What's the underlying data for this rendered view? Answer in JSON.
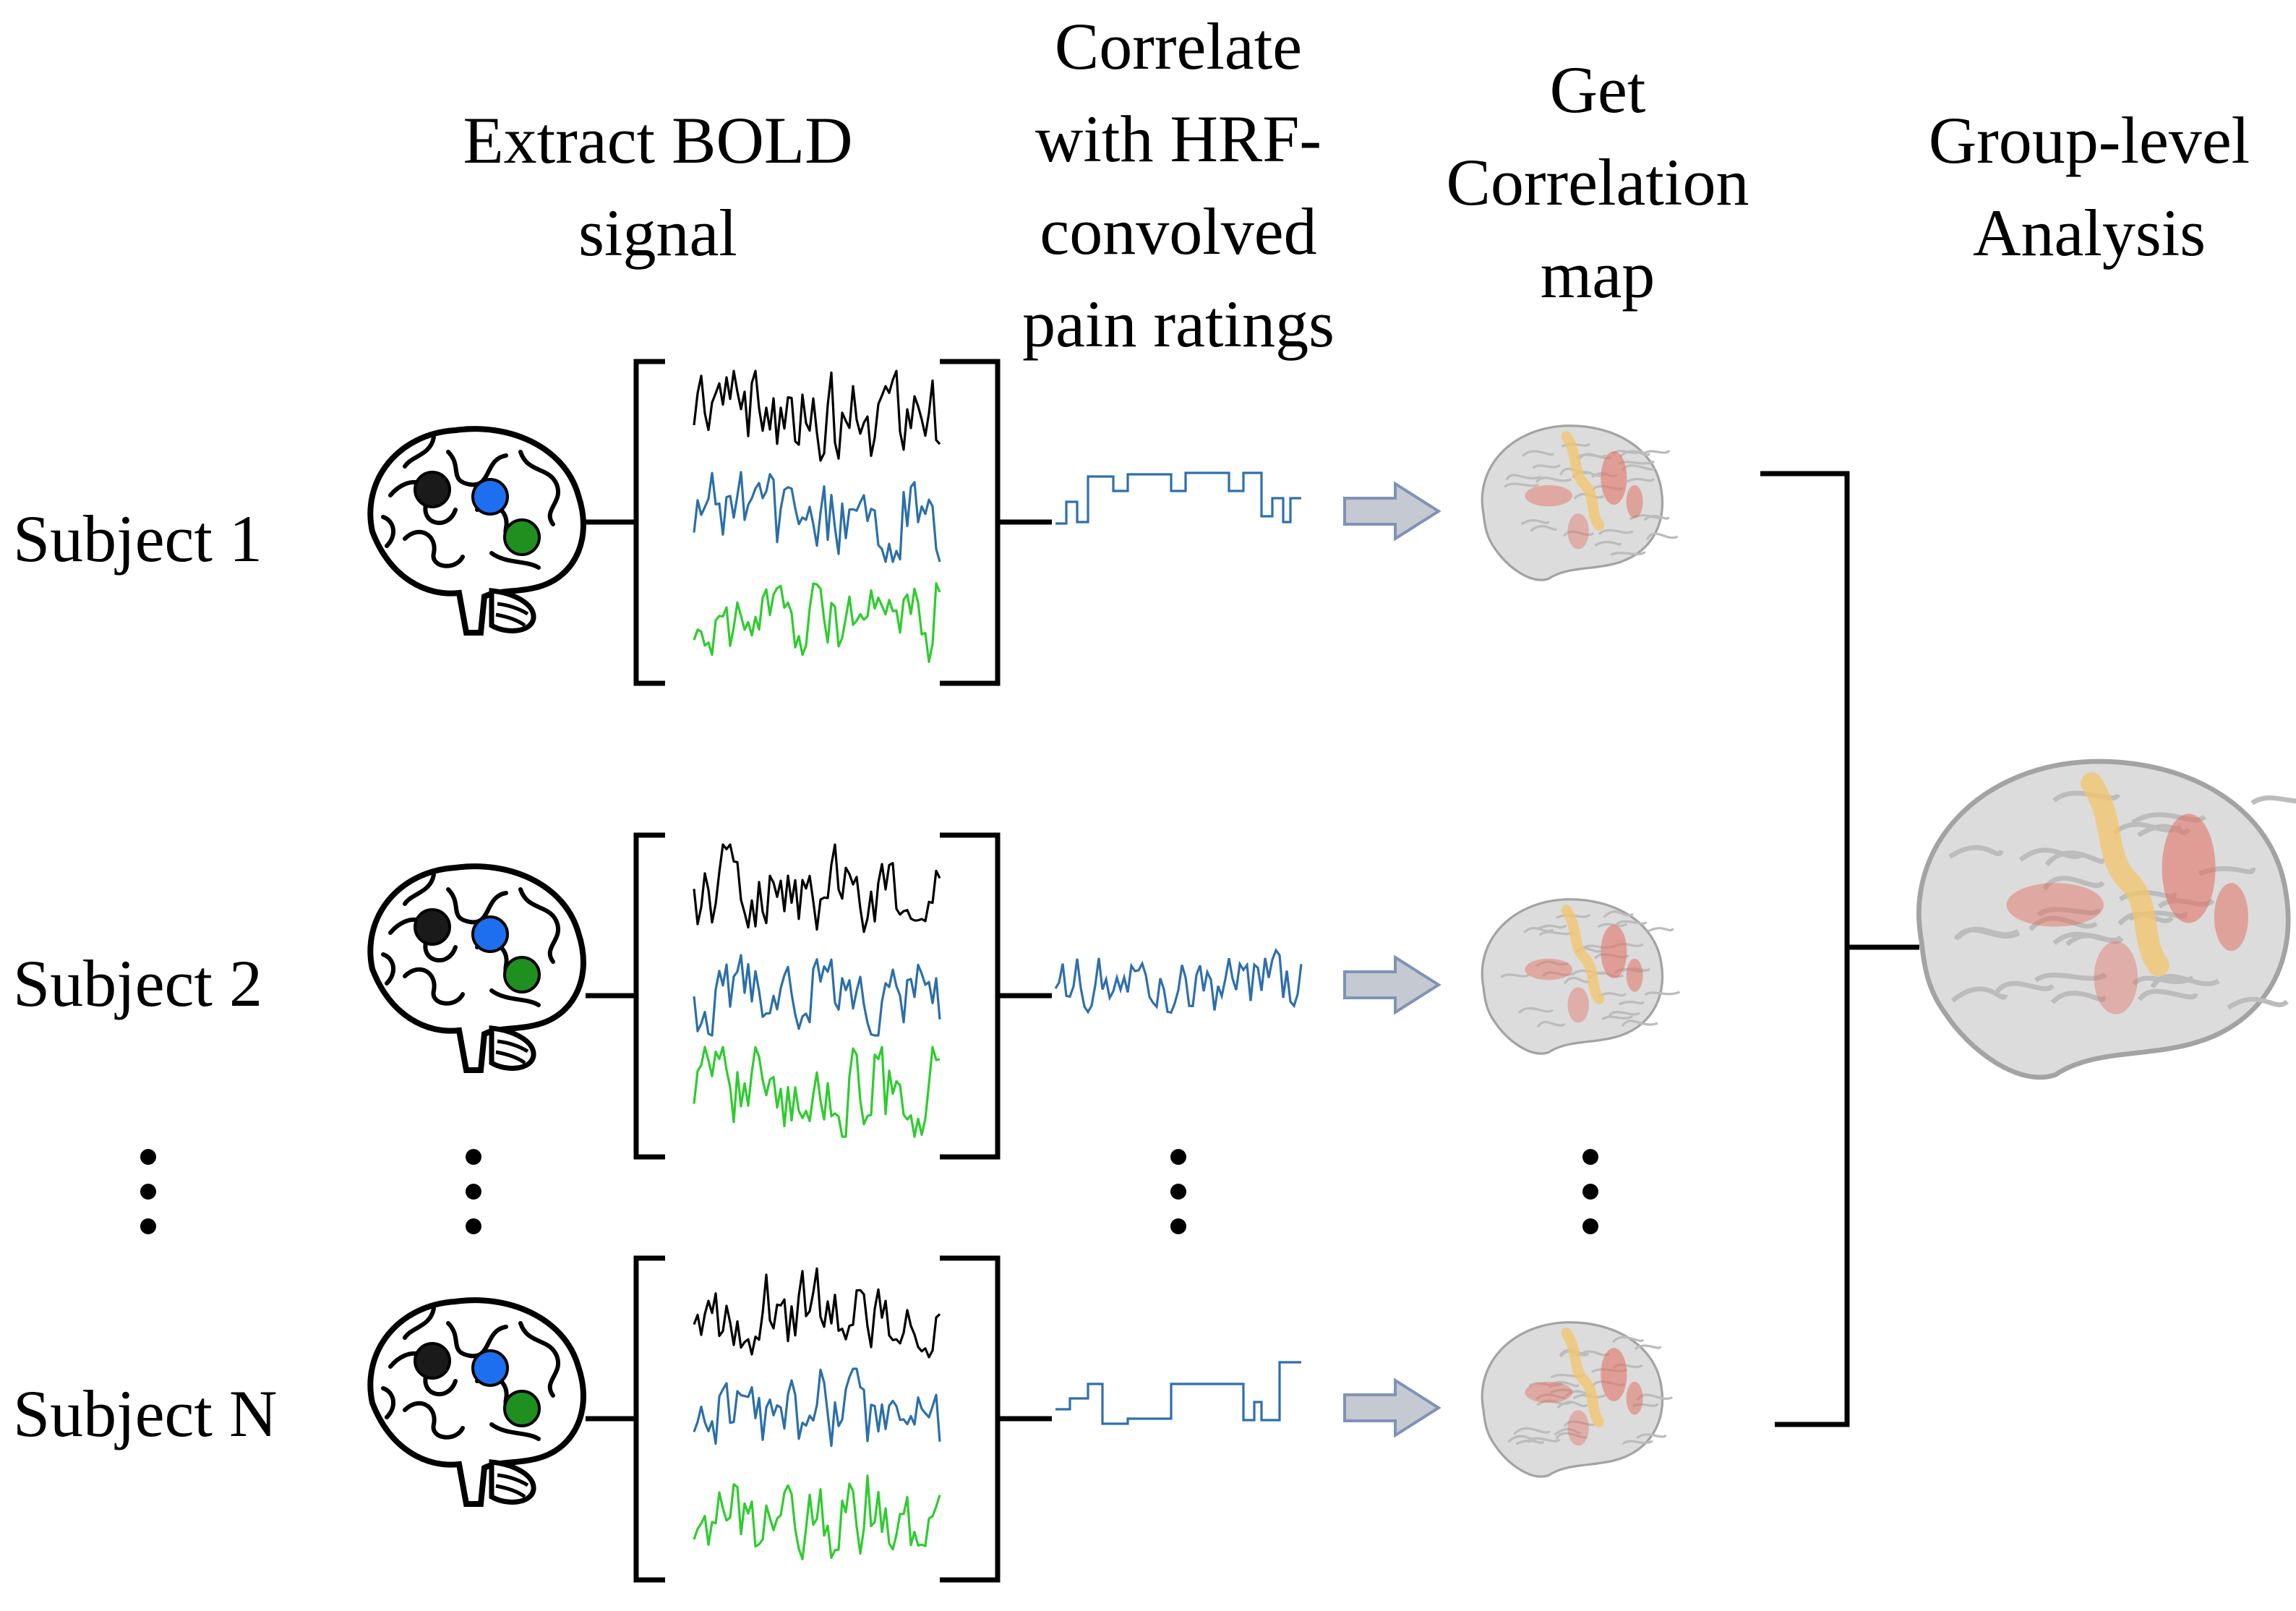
{
  "headers": {
    "extract": "Extract BOLD\nsignal",
    "correlate": "Correlate\nwith HRF-\nconvolved\npain ratings",
    "map": "Get\nCorrelation\nmap",
    "group": "Group-level\nAnalysis"
  },
  "subjects": [
    {
      "label": "Subject 1",
      "rating_style": "blocky"
    },
    {
      "label": "Subject 2",
      "rating_style": "noisy"
    },
    {
      "label": "Subject N",
      "rating_style": "sparse"
    }
  ],
  "colors": {
    "roi_1": "#1a1a1a",
    "roi_2": "#1e6ff0",
    "roi_3": "#1f8f1f",
    "signal_1": "#000000",
    "signal_2": "#2b6fa8",
    "signal_3": "#2ecc2e",
    "rating_signal": "#2e6fae",
    "arrow_fill": "#c4c9d2",
    "arrow_stroke": "#7f93b5",
    "map_activation": "#e05a4a",
    "map_activation_core": "#f0c060"
  },
  "icons": [
    "brain-outline-icon",
    "correlation-brain-map-icon",
    "group-brain-map-icon",
    "right-arrow-icon",
    "ellipsis-icon"
  ]
}
